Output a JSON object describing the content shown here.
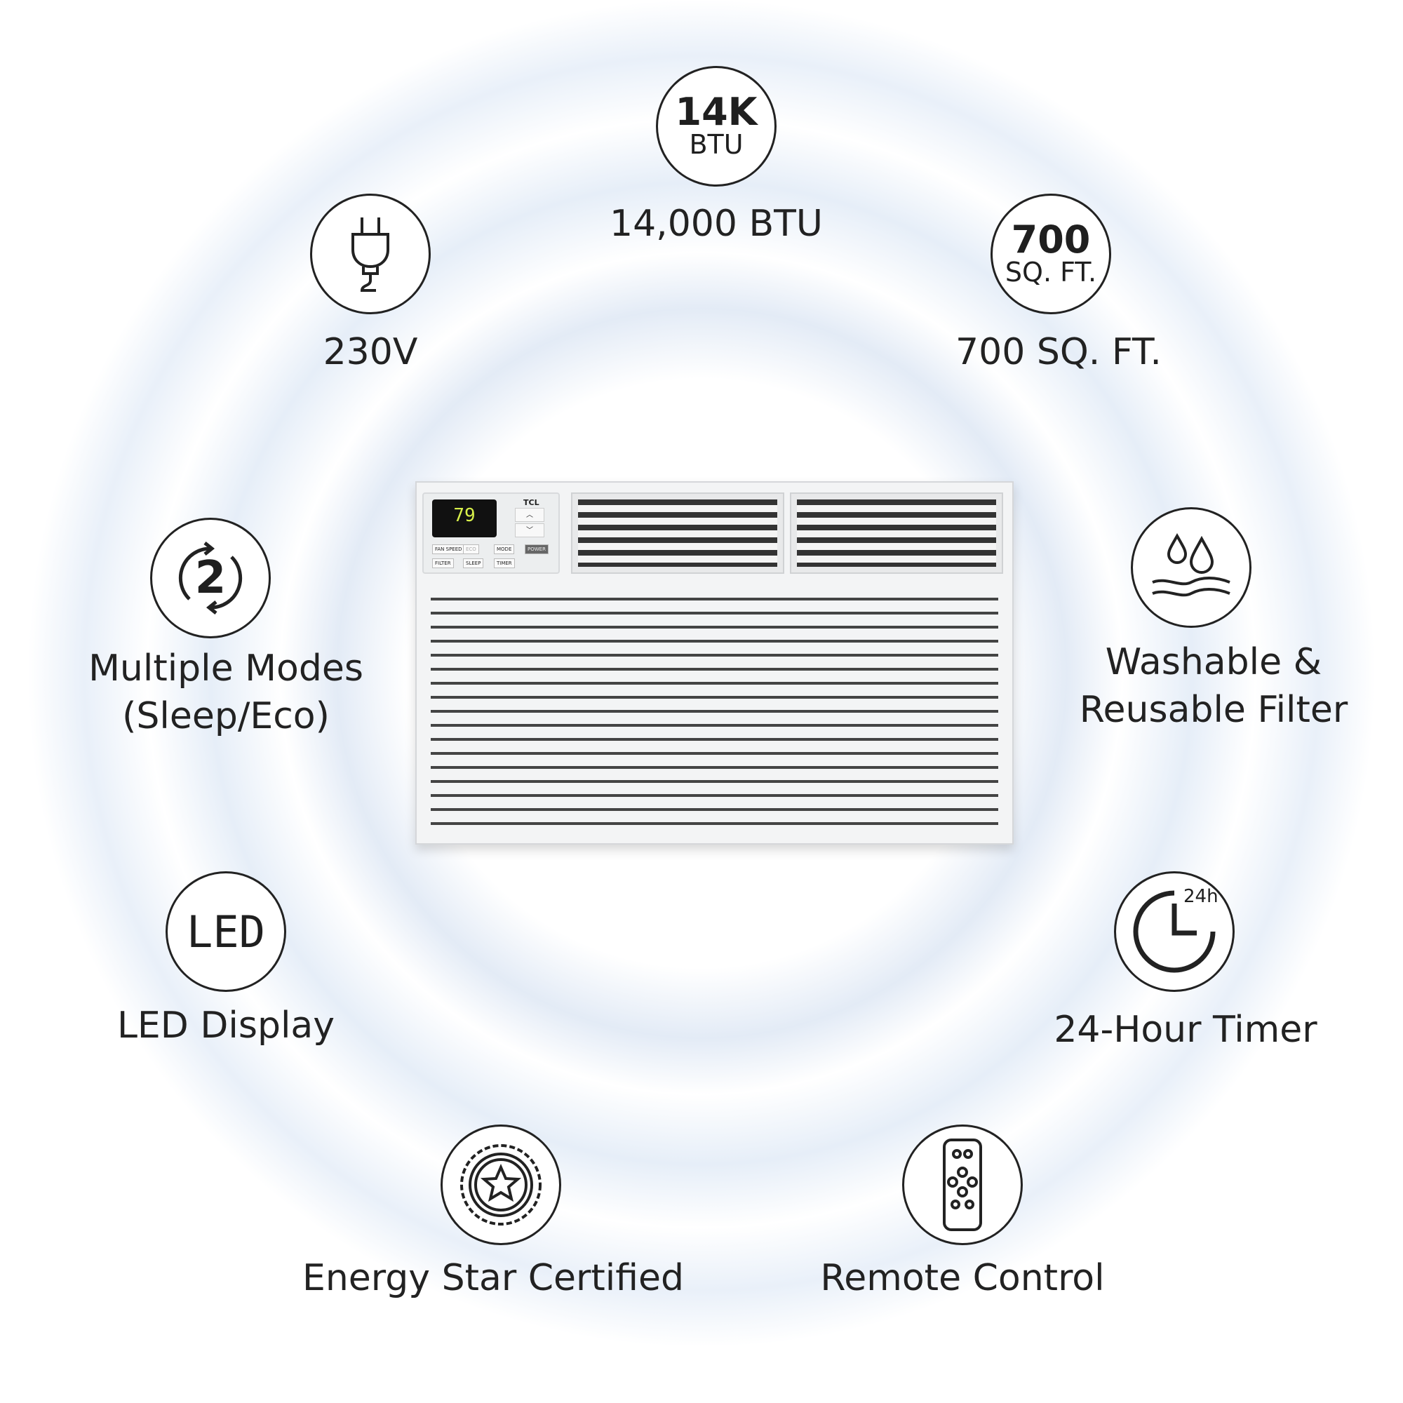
{
  "features": [
    {
      "id": "btu",
      "icon": "14k-btu-badge-icon",
      "icon_text": [
        "14K",
        "BTU"
      ],
      "label": "14,000 BTU"
    },
    {
      "id": "voltage",
      "icon": "power-plug-icon",
      "label": "230V"
    },
    {
      "id": "area",
      "icon": "700-sq-ft-badge-icon",
      "icon_text": [
        "700",
        "SQ. FT."
      ],
      "label": "700 SQ. FT."
    },
    {
      "id": "modes",
      "icon": "two-modes-cycle-icon",
      "icon_text": [
        "2"
      ],
      "label": [
        "Multiple Modes",
        "(Sleep/Eco)"
      ]
    },
    {
      "id": "filter",
      "icon": "water-drops-filter-icon",
      "label": [
        "Washable &",
        "Reusable Filter"
      ]
    },
    {
      "id": "led",
      "icon": "led-badge-icon",
      "icon_text": [
        "LED"
      ],
      "label": "LED Display"
    },
    {
      "id": "timer",
      "icon": "clock-24h-icon",
      "icon_text": [
        "24h"
      ],
      "label": "24-Hour Timer"
    },
    {
      "id": "energy",
      "icon": "energy-star-seal-icon",
      "label": "Energy Star Certified"
    },
    {
      "id": "remote",
      "icon": "remote-control-icon",
      "label": "Remote Control"
    }
  ],
  "ac_unit": {
    "brand": "TCL",
    "display_temp": "79",
    "buttons": [
      "FAN SPEED",
      "ECO",
      "MODE",
      "POWER",
      "FILTER",
      "SLEEP",
      "TIMER"
    ]
  }
}
